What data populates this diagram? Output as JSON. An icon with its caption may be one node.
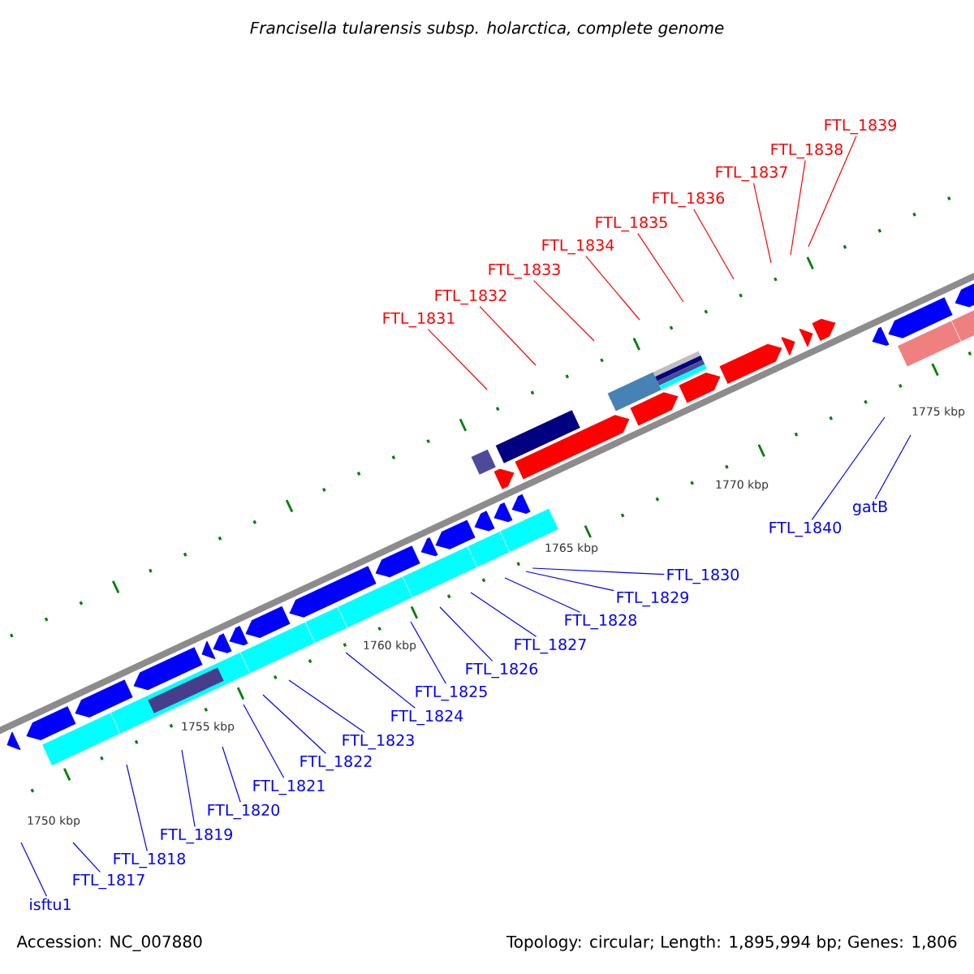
{
  "diagram": {
    "title": "Francisella tularensis subsp. holarctica, complete genome",
    "nodes": [
      {
        "text": [
          "FTL_1831"
        ]
      },
      {
        "text": [
          "FTL_1832"
        ]
      },
      {
        "text": [
          "FTL_1833"
        ]
      },
      {
        "text": [
          "FTL_1834"
        ]
      },
      {
        "text": [
          "FTL_1835"
        ]
      },
      {
        "text": [
          "FTL_1836"
        ]
      },
      {
        "text": [
          "FTL_1837"
        ]
      },
      {
        "text": [
          "FTL_1838"
        ]
      },
      {
        "text": [
          "FTL_1839"
        ]
      },
      {
        "text": [
          "FTL_1840"
        ]
      },
      {
        "text": [
          "gatB"
        ]
      },
      {
        "text": [
          "FTL_1830"
        ]
      },
      {
        "text": [
          "FTL_1829"
        ]
      },
      {
        "text": [
          "FTL_1828"
        ]
      },
      {
        "text": [
          "FTL_1827"
        ]
      },
      {
        "text": [
          "FTL_1826"
        ]
      },
      {
        "text": [
          "FTL_1825"
        ]
      },
      {
        "text": [
          "FTL_1824"
        ]
      },
      {
        "text": [
          "FTL_1823"
        ]
      },
      {
        "text": [
          "FTL_1822"
        ]
      },
      {
        "text": [
          "FTL_1821"
        ]
      },
      {
        "text": [
          "FTL_1820"
        ]
      },
      {
        "text": [
          "FTL_1819"
        ]
      },
      {
        "text": [
          "FTL_1818"
        ]
      },
      {
        "text": [
          "FTL_1817"
        ]
      },
      {
        "text": [
          "isftu1"
        ]
      }
    ],
    "edges": [
      {
        "from": 0,
        "to": null,
        "arrow": "none",
        "color": "#ff0000"
      },
      {
        "from": 1,
        "to": null,
        "arrow": "none",
        "color": "#ff0000"
      },
      {
        "from": 2,
        "to": null,
        "arrow": "none",
        "color": "#ff0000"
      },
      {
        "from": 3,
        "to": null,
        "arrow": "none",
        "color": "#ff0000"
      },
      {
        "from": 4,
        "to": null,
        "arrow": "none",
        "color": "#ff0000"
      },
      {
        "from": 5,
        "to": null,
        "arrow": "none",
        "color": "#ff0000"
      },
      {
        "from": 6,
        "to": null,
        "arrow": "none",
        "color": "#ff0000"
      },
      {
        "from": 7,
        "to": null,
        "arrow": "none",
        "color": "#ff0000"
      },
      {
        "from": 8,
        "to": null,
        "arrow": "none",
        "color": "#ff0000"
      },
      {
        "from": 9,
        "to": null,
        "arrow": "none"
      },
      {
        "from": 10,
        "to": null,
        "arrow": "none"
      },
      {
        "from": 11,
        "to": null,
        "arrow": "none"
      },
      {
        "from": 12,
        "to": null,
        "arrow": "none"
      },
      {
        "from": 13,
        "to": null,
        "arrow": "none"
      },
      {
        "from": 14,
        "to": null,
        "arrow": "none"
      },
      {
        "from": 15,
        "to": null,
        "arrow": "none"
      },
      {
        "from": 16,
        "to": null,
        "arrow": "none"
      },
      {
        "from": 17,
        "to": null,
        "arrow": "none"
      },
      {
        "from": 18,
        "to": null,
        "arrow": "none"
      },
      {
        "from": 19,
        "to": null,
        "arrow": "none"
      },
      {
        "from": 20,
        "to": null,
        "arrow": "none"
      },
      {
        "from": 21,
        "to": null,
        "arrow": "none"
      },
      {
        "from": 22,
        "to": null,
        "arrow": "none"
      },
      {
        "from": 23,
        "to": null,
        "arrow": "none"
      },
      {
        "from": 24,
        "to": null,
        "arrow": "none"
      },
      {
        "from": 25,
        "to": null,
        "arrow": "none"
      }
    ],
    "labels": [
      "1775 kbp",
      "1770 kbp",
      "1765 kbp",
      "1760 kbp",
      "1755 kbp",
      "1750 kbp",
      "Accession: NC_007880",
      "Topology: circular; Length: 1,895,994 bp; Genes: 1,806"
    ]
  }
}
